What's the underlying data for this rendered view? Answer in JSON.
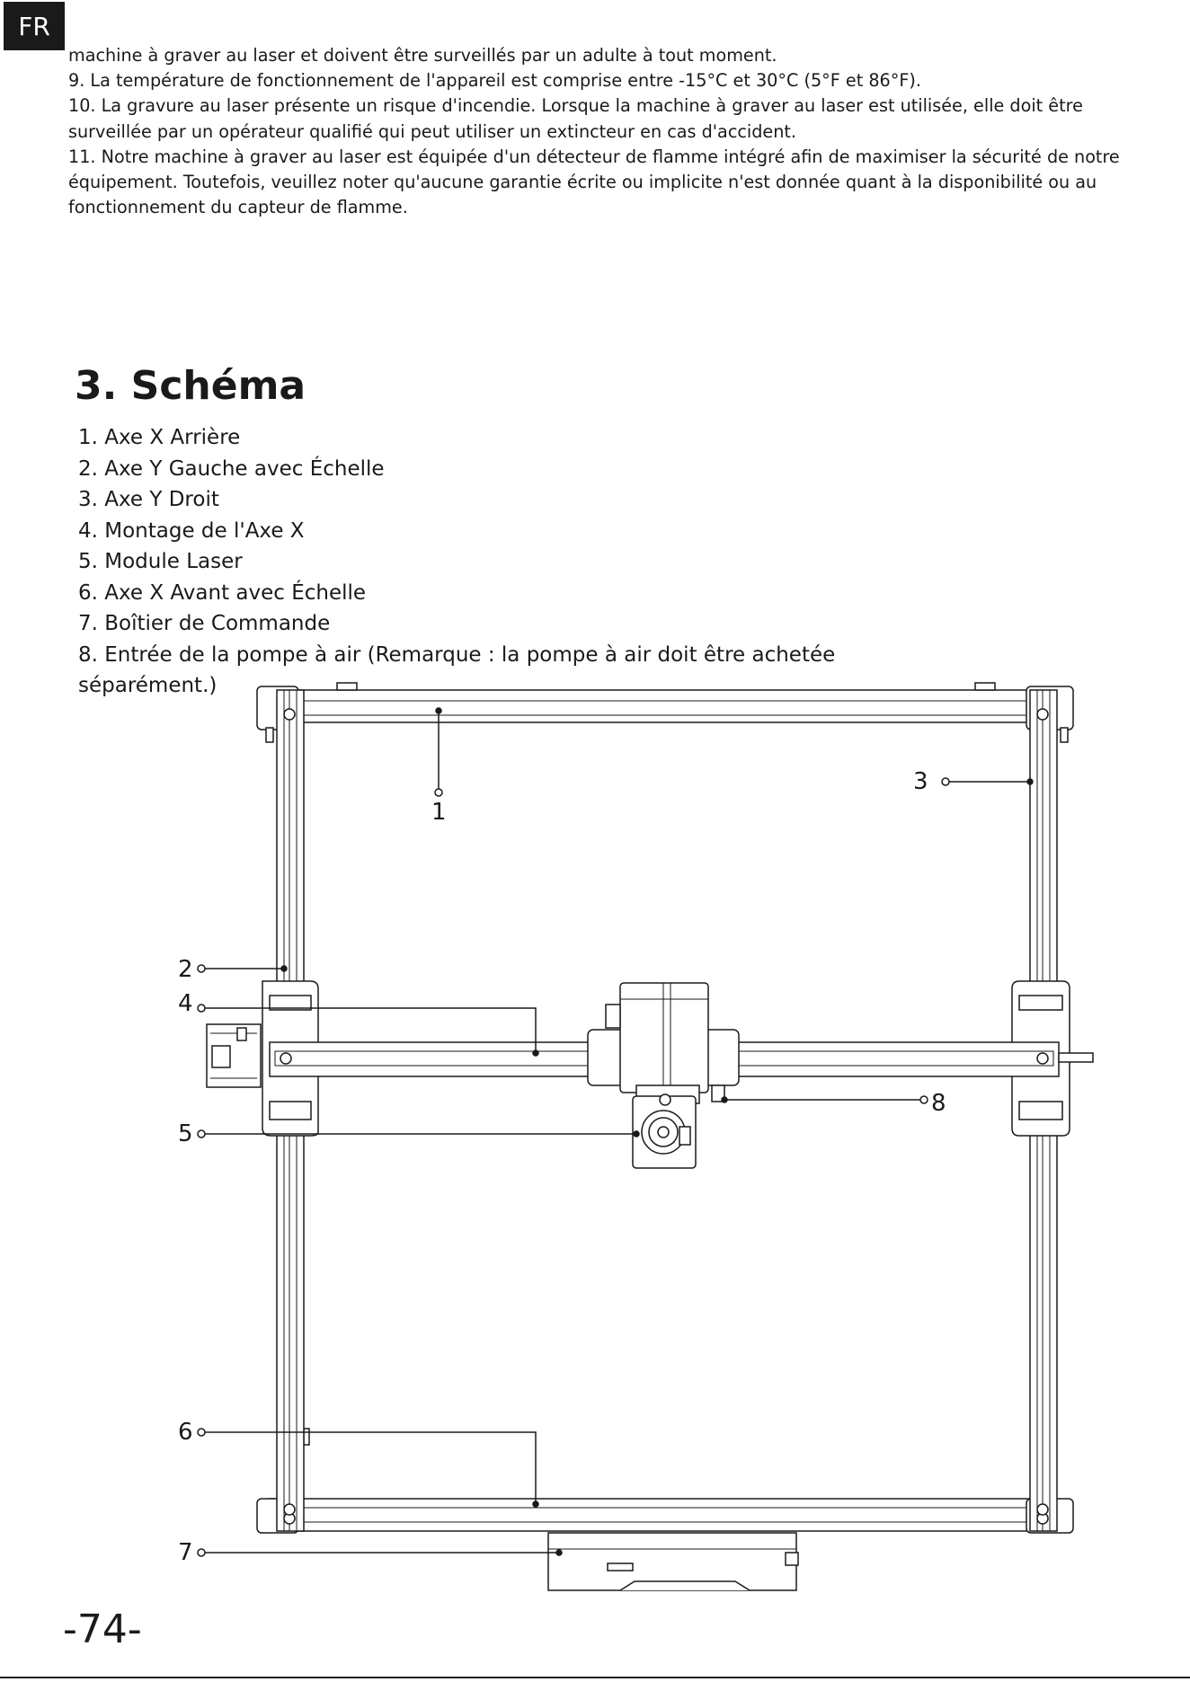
{
  "header": {
    "lang_badge": "FR"
  },
  "intro": {
    "paragraphs": [
      "machine à graver au laser et doivent être surveillés par un adulte à tout moment.",
      "9. La température de fonctionnement de l'appareil est comprise entre -15°C et 30°C (5°F et 86°F).",
      "10. La gravure au laser présente un risque d'incendie. Lorsque la machine à graver au laser est utilisée, elle doit être surveillée par un opérateur qualifié qui peut utiliser un extincteur en cas d'accident.",
      " 11. Notre machine à graver au laser est équipée d'un détecteur de flamme intégré afin de maximiser la sécurité de notre équipement. Toutefois, veuillez noter qu'aucune garantie écrite ou implicite n'est donnée quant à la disponibilité ou au fonctionnement du capteur de flamme."
    ]
  },
  "section": {
    "title": "3. Schéma",
    "items": [
      "1. Axe X Arrière",
      "2. Axe Y Gauche avec Échelle",
      "3. Axe Y Droit",
      "4. Montage de l'Axe X",
      "5. Module Laser",
      "6. Axe X Avant avec Échelle",
      "7. Boîtier de Commande",
      "8. Entrée de la pompe à air (Remarque : la pompe à air doit être achetée séparément.)"
    ]
  },
  "diagram": {
    "callouts": {
      "c1": "1",
      "c2": "2",
      "c3": "3",
      "c4": "4",
      "c5": "5",
      "c6": "6",
      "c7": "7",
      "c8": "8"
    }
  },
  "footer": {
    "page_number": "-74-"
  }
}
